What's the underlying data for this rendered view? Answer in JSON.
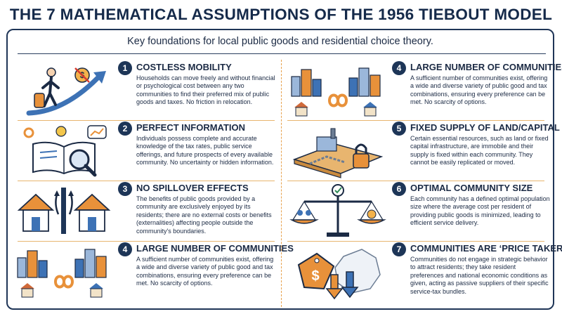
{
  "title": "THE 7 MATHEMATICAL ASSUMPTIONS OF THE 1956 TIEBOUT MODEL",
  "subtitle": "Key foundations for local public goods and residential choice theory.",
  "colors": {
    "navy": "#1d3557",
    "orange": "#e8913a",
    "blue": "#3d72b5",
    "line": "#e8b56f"
  },
  "assumptions": [
    {
      "number": "1",
      "heading": "COSTLESS MOBILITY",
      "icon": "traveler-icon",
      "text": "Households can move freely and without financial or psychological cost between any two communities to find their preferred mix of public goods and taxes. No friction in relocation."
    },
    {
      "number": "4",
      "heading": "LARGE NUMBER OF COMMUNITIES",
      "icon": "communities-icon",
      "text": "A sufficient number of communities exist, offering a wide and diverse variety of public good and tax combinations, ensuring every preference can be met. No scarcity of options."
    },
    {
      "number": "2",
      "heading": "PERFECT INFORMATION",
      "icon": "book-magnifier-icon",
      "text": "Individuals possess complete and accurate knowledge of the tax rates, public service offerings, and future prospects of every available community. No uncertainty or hidden information."
    },
    {
      "number": "5",
      "heading": "FIXED SUPPLY OF LAND/CAPITAL",
      "icon": "land-padlock-icon",
      "text": "Certain essential resources, such as land or fixed capital infrastructure, are immobile and their supply is fixed within each community. They cannot be easily replicated or moved."
    },
    {
      "number": "3",
      "heading": "NO SPILLOVER EFFECTS",
      "icon": "separated-houses-icon",
      "text": "The benefits of public goods provided by a community are exclusively enjoyed by its residents; there are no external costs or benefits (externalities) affecting people outside the community's boundaries."
    },
    {
      "number": "6",
      "heading": "OPTIMAL COMMUNITY SIZE",
      "icon": "balance-scale-icon",
      "text": "Each community has a defined optimal population size where the average cost per resident of providing public goods is minimized, leading to efficient service delivery."
    },
    {
      "number": "4",
      "heading": "LARGE NUMBER OF COMMUNITIES",
      "icon": "communities-icon",
      "text": "A sufficient number of communities exist, offering a wide and diverse variety of public good and tax combinations, ensuring every preference can be met. No scarcity of options."
    },
    {
      "number": "7",
      "heading": "COMMUNITIES ARE ‘PRICE TAKERS’",
      "icon": "price-tag-icon",
      "text": "Communities do not engage in strategic behavior to attract residents; they take resident preferences and national economic conditions as given, acting as passive suppliers of their specific service-tax bundles."
    }
  ]
}
